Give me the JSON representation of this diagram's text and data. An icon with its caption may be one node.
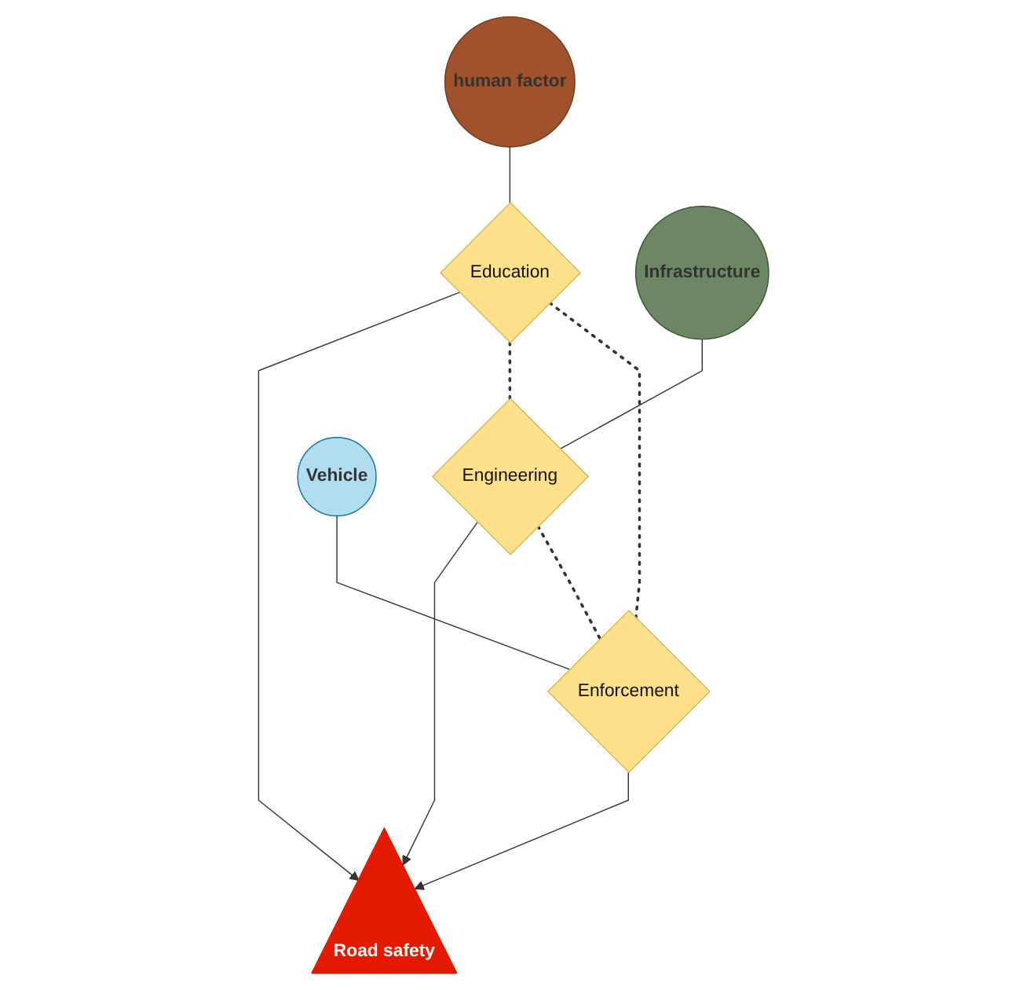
{
  "diagram": {
    "nodes": [
      {
        "text": [
          "Road safety"
        ]
      },
      {
        "text": [
          "Education"
        ]
      },
      {
        "text": [
          "Engineering"
        ]
      },
      {
        "text": [
          "Enforcement"
        ]
      },
      {
        "text": [
          "human factor"
        ]
      },
      {
        "text": [
          "Infrastructure"
        ]
      },
      {
        "text": [
          "Vehicle"
        ]
      }
    ],
    "edges": [
      {
        "from": 1,
        "to": 0,
        "arrow": "to"
      },
      {
        "from": 2,
        "to": 0,
        "arrow": "to"
      },
      {
        "from": 3,
        "to": 0,
        "arrow": "to"
      },
      {
        "from": 4,
        "to": 1,
        "arrow": "none"
      },
      {
        "from": 5,
        "to": 2,
        "arrow": "none"
      },
      {
        "from": 6,
        "to": 3,
        "arrow": "none"
      },
      {
        "from": 1,
        "to": 2,
        "arrow": "none",
        "style": "dashed"
      },
      {
        "from": 1,
        "to": 3,
        "arrow": "none",
        "style": "dashed"
      },
      {
        "from": 2,
        "to": 3,
        "arrow": "none",
        "style": "dashed"
      }
    ]
  }
}
